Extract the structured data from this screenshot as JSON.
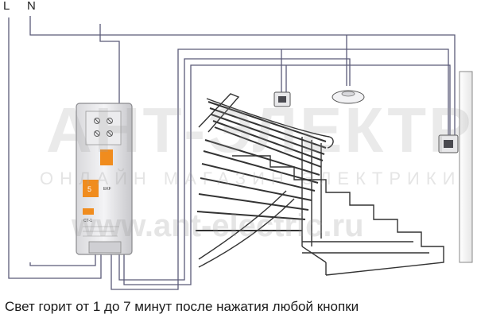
{
  "labels": {
    "line": "L",
    "neutral": "N"
  },
  "caption": "Свет горит от 1 до 7 минут после нажатия любой кнопки",
  "watermark": {
    "brand": "АНТ-ЭЛЕКТРИК",
    "subtitle": "ОНЛАЙН МАГАЗИН ЭЛЕКТРИКИ",
    "url": "www.ant-electric.ru"
  },
  "colors": {
    "wire": "#5a5a78",
    "accent": "#f08c1e",
    "stair_line": "#333333"
  },
  "device": {
    "brand_mark": "EKF",
    "model_label": "СТ-1",
    "icon": "timer-relay-icon"
  }
}
